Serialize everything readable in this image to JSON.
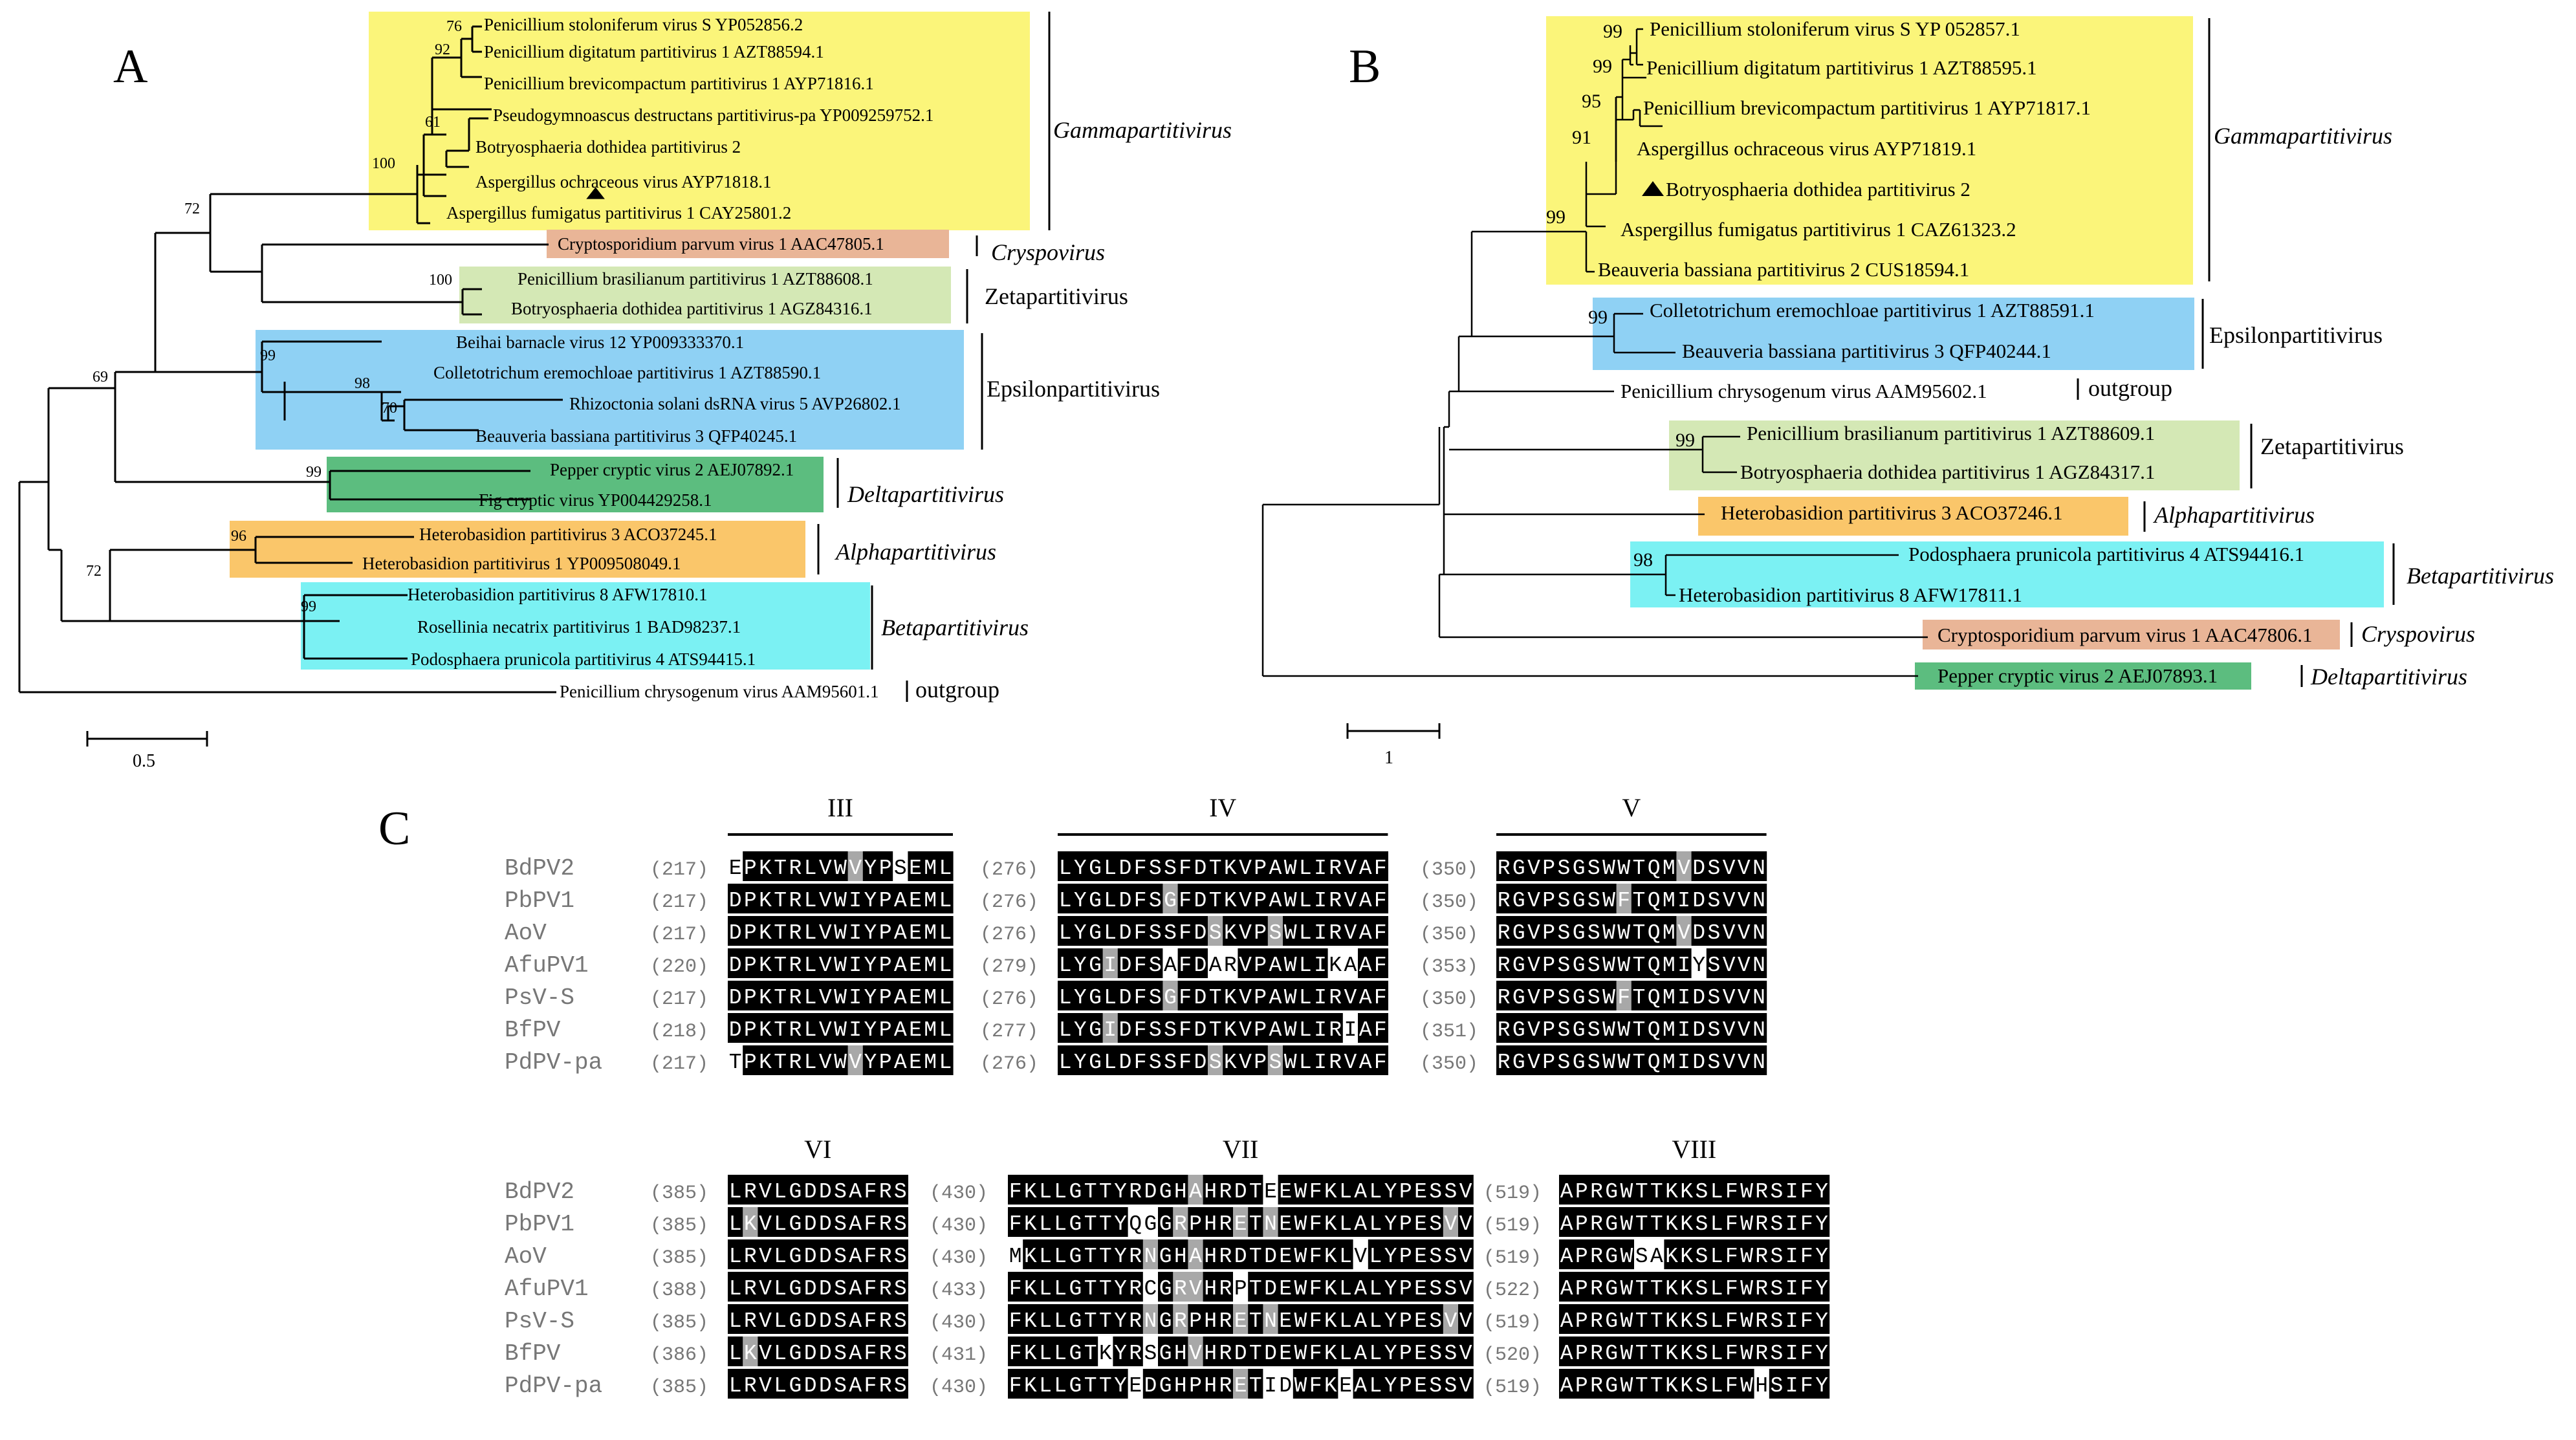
{
  "panel_labels": {
    "a": "A",
    "b": "B",
    "c": "C"
  },
  "colors": {
    "gamma": "#fbf57a",
    "cryspo": "#e9b597",
    "zeta": "#d4e8b5",
    "epsilon": "#8fd1f4",
    "delta": "#5cbd7f",
    "alpha": "#fac66a",
    "beta": "#7bf1f3",
    "conserved": "#000000",
    "similar": "#a8a8a8"
  },
  "tree_a": {
    "scale": "0.5",
    "leaves": [
      "Penicillium stoloniferum virus S  YP052856.2",
      "Penicillium digitatum partitivirus 1  AZT88594.1",
      "Penicillium brevicompactum partitivirus 1  AYP71816.1",
      "Pseudogymnoascus destructans partitivirus-pa  YP009259752.1",
      "Botryosphaeria dothidea partitivirus 2",
      "Aspergillus ochraceous virus  AYP71818.1",
      "Aspergillus fumigatus partitivirus 1  CAY25801.2",
      "Cryptosporidium parvum virus 1  AAC47805.1",
      "Penicillium brasilianum partitivirus 1  AZT88608.1",
      "Botryosphaeria dothidea partitivirus 1  AGZ84316.1",
      "Beihai barnacle virus 12  YP009333370.1",
      "Colletotrichum eremochloae partitivirus 1  AZT88590.1",
      "Rhizoctonia solani dsRNA virus 5  AVP26802.1",
      "Beauveria bassiana partitivirus 3  QFP40245.1",
      "Pepper cryptic virus 2  AEJ07892.1",
      "Fig cryptic virus  YP004429258.1",
      "Heterobasidion partitivirus 3  ACO37245.1",
      "Heterobasidion partitivirus 1  YP009508049.1",
      "Heterobasidion partitivirus 8  AFW17810.1",
      "Rosellinia necatrix partitivirus 1  BAD98237.1",
      "Podosphaera prunicola partitivirus 4  ATS94415.1",
      "Penicillium chrysogenum virus  AAM95601.1"
    ],
    "bootstrap": [
      "76",
      "92",
      "61",
      "100",
      "72",
      "100",
      "99",
      "98",
      "70",
      "69",
      "99",
      "96",
      "72",
      "99"
    ],
    "clades": [
      "Gammapartitivirus",
      "Cryspovirus",
      "Zetapartitivirus",
      "Epsilonpartitivirus",
      "Deltapartitivirus",
      "Alphapartitivirus",
      "Betapartitivirus",
      "outgroup"
    ]
  },
  "tree_b": {
    "scale": "1",
    "leaves": [
      "Penicillium stoloniferum virus S YP 052857.1",
      "Penicillium digitatum partitivirus 1 AZT88595.1",
      "Penicillium brevicompactum partitivirus 1 AYP71817.1",
      "Aspergillus ochraceous virus AYP71819.1",
      "Botryosphaeria dothidea partitivirus 2",
      "Aspergillus fumigatus partitivirus 1 CAZ61323.2",
      "Beauveria bassiana partitivirus 2 CUS18594.1",
      "Colletotrichum eremochloae partitivirus 1 AZT88591.1",
      "Beauveria bassiana partitivirus 3 QFP40244.1",
      "Penicillium chrysogenum virus AAM95602.1",
      "Penicillium brasilianum partitivirus 1 AZT88609.1",
      "Botryosphaeria dothidea partitivirus 1 AGZ84317.1",
      "Heterobasidion partitivirus 3 ACO37246.1",
      "Podosphaera prunicola partitivirus 4 ATS94416.1",
      "Heterobasidion partitivirus 8 AFW17811.1",
      "Cryptosporidium parvum virus 1 AAC47806.1",
      "Pepper cryptic virus 2 AEJ07893.1"
    ],
    "bootstrap": [
      "99",
      "99",
      "95",
      "91",
      "99",
      "99",
      "99",
      "98"
    ],
    "clades": [
      "Gammapartitivirus",
      "Epsilonpartitivirus",
      "outgroup",
      "Zetapartitivirus",
      "Alphapartitivirus",
      "Betapartitivirus",
      "Cryspovirus",
      "Deltapartitivirus"
    ]
  },
  "alignment": {
    "names": [
      "BdPV2",
      "PbPV1",
      "AoV",
      "AfuPV1",
      "PsV-S",
      "BfPV",
      "PdPV-pa"
    ],
    "motifs": [
      {
        "label": "III",
        "starts": [
          "(217)",
          "(217)",
          "(217)",
          "(220)",
          "(217)",
          "(218)",
          "(217)"
        ],
        "seqs": [
          "EPKTRLVWVYPSEML",
          "DPKTRLVWIYPAEML",
          "DPKTRLVWIYPAEML",
          "DPKTRLVWIYPAEML",
          "DPKTRLVWIYPAEML",
          "DPKTRLVWIYPAEML",
          "TPKTRLVWVYPAEML"
        ]
      },
      {
        "label": "IV",
        "starts": [
          "(276)",
          "(276)",
          "(276)",
          "(279)",
          "(276)",
          "(277)",
          "(276)"
        ],
        "seqs": [
          "LYGLDFSSFDTKVPAWLIRVAF",
          "LYGLDFSGFDTKVPAWLIRVAF",
          "LYGLDFSSFDSKVPSWLIRVAF",
          "LYGIDFSAFDARVPAWLIKAAF",
          "LYGLDFSGFDTKVPAWLIRVAF",
          "LYGIDFSSFDTKVPAWLIRIAF",
          "LYGLDFSSFDSKVPSWLIRVAF"
        ]
      },
      {
        "label": "V",
        "starts": [
          "(350)",
          "(350)",
          "(350)",
          "(353)",
          "(350)",
          "(351)",
          "(350)"
        ],
        "seqs": [
          "RGVPSGSWWTQMVDSVVN",
          "RGVPSGSWFTQMIDSVVN",
          "RGVPSGSWWTQMVDSVVN",
          "RGVPSGSWWTQMIYSVVN",
          "RGVPSGSWFTQMIDSVVN",
          "RGVPSGSWWTQMIDSVVN",
          "RGVPSGSWWTQMIDSVVN"
        ]
      },
      {
        "label": "VI",
        "starts": [
          "(385)",
          "(385)",
          "(385)",
          "(388)",
          "(385)",
          "(386)",
          "(385)"
        ],
        "seqs": [
          "LRVLGDDSAFRS",
          "LKVLGDDSAFRS",
          "LRVLGDDSAFRS",
          "LRVLGDDSAFRS",
          "LRVLGDDSAFRS",
          "LKVLGDDSAFRS",
          "LRVLGDDSAFRS"
        ]
      },
      {
        "label": "VII",
        "starts": [
          "(430)",
          "(430)",
          "(430)",
          "(433)",
          "(430)",
          "(431)",
          "(430)"
        ],
        "seqs": [
          "FKLLGTTYRDGHAHRDTEEWFKLALYPESSV",
          "FKLLGTTYQGGRPHRETNEWFKLALYPESVV",
          "MKLLGTTYRNGHAHRDTDEWFKLVLYPESSV",
          "FKLLGTTYRCGRVHRPTDEWFKLALYPESSV",
          "FKLLGTTYRNGRPHRETNEWFKLALYPESVV",
          "FKLLGTKYRSGHVHRDTDEWFKLALYPESSV",
          "FKLLGTTYEDGHPHRETIDWFKEALYPESSV"
        ]
      },
      {
        "label": "VIII",
        "starts": [
          "(519)",
          "(519)",
          "(519)",
          "(522)",
          "(519)",
          "(520)",
          "(519)"
        ],
        "seqs": [
          "APRGWTTKKSLFWRSIFY",
          "APRGWTTKKSLFWRSIFY",
          "APRGWSAKKSLFWRSIFY",
          "APRGWTTKKSLFWRSIFY",
          "APRGWTTKKSLFWRSIFY",
          "APRGWTTKKSLFWRSIFY",
          "APRGWTTKKSLFWHSIFY"
        ]
      }
    ]
  }
}
